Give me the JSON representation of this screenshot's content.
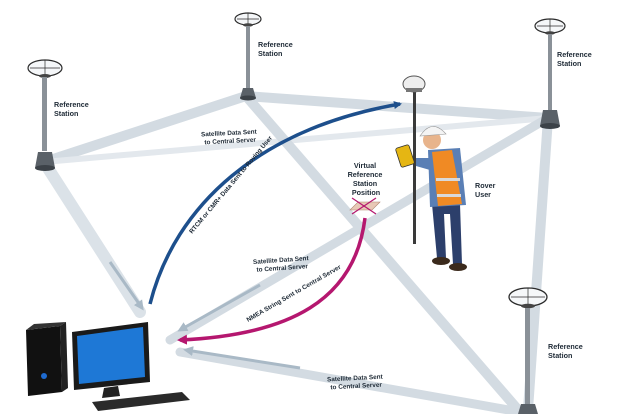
{
  "reference_stations": [
    {
      "id": "rs-top-center",
      "label_lines": [
        "Reference",
        "Station"
      ]
    },
    {
      "id": "rs-left",
      "label_lines": [
        "Reference",
        "Station"
      ]
    },
    {
      "id": "rs-top-right",
      "label_lines": [
        "Reference",
        "Station"
      ]
    },
    {
      "id": "rs-bottom-right",
      "label_lines": [
        "Reference",
        "Station"
      ]
    }
  ],
  "virtual_station": {
    "label_lines": [
      "Virtual",
      "Reference",
      "Station",
      "Position"
    ]
  },
  "rover": {
    "label_lines": [
      "Rover",
      "User"
    ]
  },
  "flows": {
    "sat_data_top": [
      "Satellite Data Sent",
      "to Central Server"
    ],
    "rtcm": "RTCM or CMR+ Data Sent to Roving User",
    "sat_data_mid": [
      "Satellite Data Sent",
      "to Central Server"
    ],
    "nmea": "NMEA String Sent to Central Server",
    "sat_data_bottom": [
      "Satellite Data Sent",
      "to Central Server"
    ]
  },
  "colors": {
    "beam": "#c9d2da",
    "beam_light": "#dfe6ec",
    "rtcm_arrow": "#1d4f8c",
    "nmea_arrow": "#b5176f",
    "server_arrow": "#a9b9c6",
    "vest": "#f08a24",
    "shirt": "#5a7fb5",
    "pants": "#2c3f6b"
  },
  "icons": [
    "gnss-antenna-icon",
    "computer-tower-icon",
    "monitor-icon",
    "keyboard-icon",
    "rover-surveyor-icon",
    "virtual-station-x-icon"
  ]
}
